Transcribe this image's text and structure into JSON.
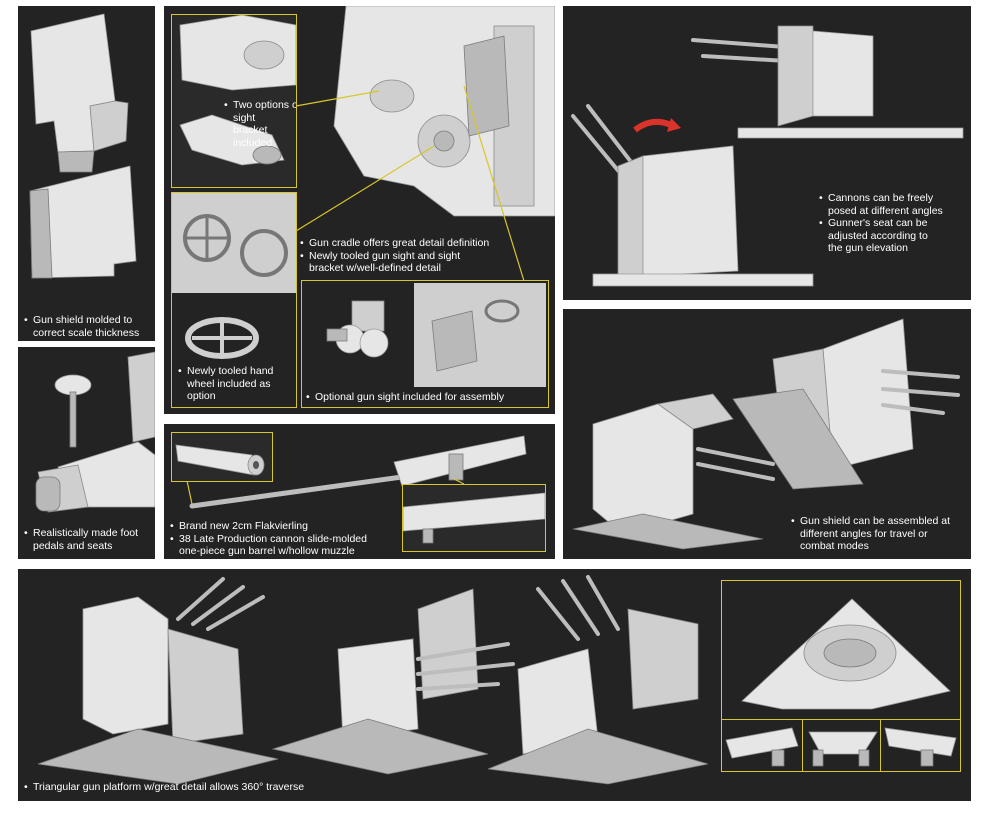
{
  "colors": {
    "panel": "#232323",
    "caption": "#ffffff",
    "inset_border": "#d8c62a",
    "arrow": "#d9332b"
  },
  "captions": {
    "shield_thickness": [
      "Gun shield molded to",
      "correct scale thickness"
    ],
    "foot_pedals": [
      "Realistically made foot",
      "pedals and seats"
    ],
    "sight_bracket": [
      "Two options of sight",
      "bracket included"
    ],
    "gun_cradle": "Gun cradle offers great detail definition",
    "gun_sight": [
      "Newly tooled gun sight and sight",
      "bracket w/well-defined detail"
    ],
    "hand_wheel": [
      "Newly tooled hand",
      "wheel included as",
      "option"
    ],
    "optional_sight": "Optional gun sight included for assembly",
    "flakvierling": "Brand new 2cm Flakvierling",
    "barrels": [
      "38 Late Production cannon slide-molded",
      "one-piece gun barrel w/hollow muzzle"
    ],
    "cannons_posed": "Cannons can be freely",
    "cannons_posed_2": "posed at different angles",
    "seat_adjust": [
      "Gunner's seat can be",
      "adjusted according to",
      "the gun elevation"
    ],
    "travel_modes": [
      "Gun shield can be assembled at",
      "different angles for travel or",
      "combat modes"
    ],
    "platform": "Triangular gun platform w/great detail allows 360° traverse"
  },
  "icons": {
    "rotation_arrow": "red-curved-arrow-icon"
  }
}
